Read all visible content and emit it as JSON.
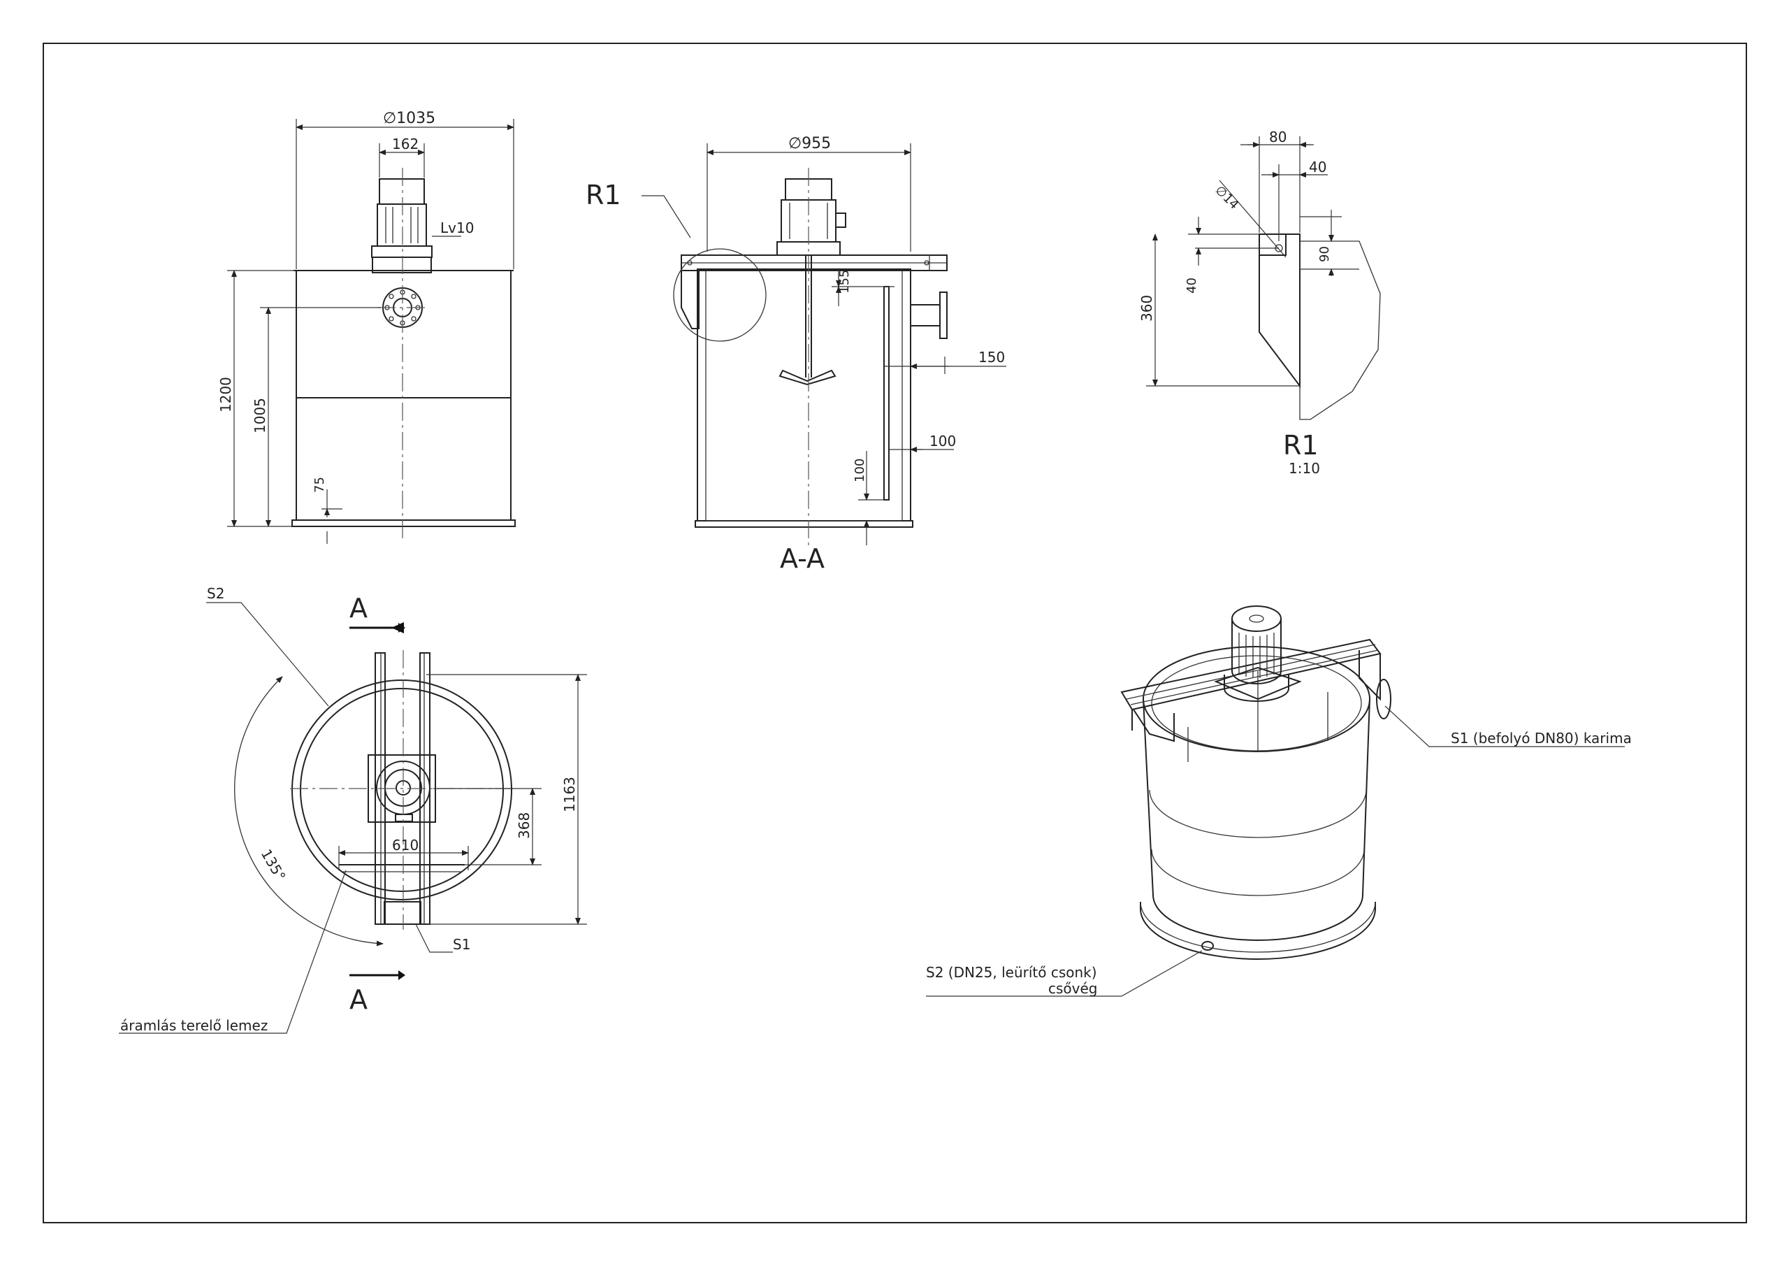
{
  "front_view": {
    "dim_diameter_outer": "∅1035",
    "dim_motor_width": "162",
    "label_lv10": "Lv10",
    "dim_height_1200": "1200",
    "dim_height_1005": "1005",
    "dim_bottom_75": "75"
  },
  "section_view": {
    "dim_diameter_inner": "∅955",
    "label_r1": "R1",
    "dim_155": "155",
    "dim_150": "150",
    "dim_100_a": "100",
    "dim_100_b": "100",
    "section_title": "A-A"
  },
  "detail_view": {
    "dim_80": "80",
    "dim_40_top": "40",
    "dim_hole": "∅14",
    "dim_90": "90",
    "dim_40_left": "40",
    "dim_360": "360",
    "title": "R1",
    "scale": "1:10"
  },
  "top_view": {
    "label_s2": "S2",
    "label_a_top": "A",
    "label_a_bottom": "A",
    "dim_1163": "1163",
    "dim_368": "368",
    "dim_610": "610",
    "dim_angle": "135°",
    "label_s1": "S1",
    "label_baffle": "áramlás terelő lemez"
  },
  "iso_view": {
    "label_s1": "S1 (befolyó DN80) karima",
    "label_s2_line1": "S2 (DN25, leürítő csonk)",
    "label_s2_line2": "csővég"
  }
}
